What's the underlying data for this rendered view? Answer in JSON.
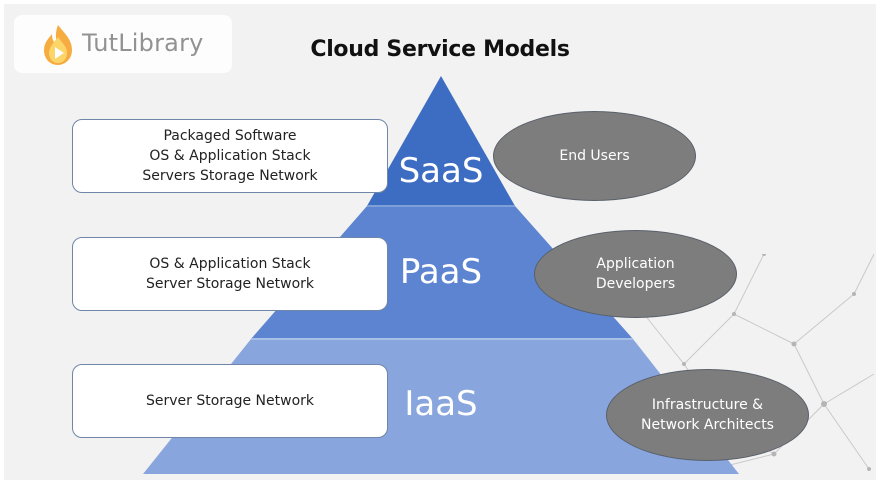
{
  "logo": {
    "text": "TutLibrary",
    "icon": "flame-play-icon"
  },
  "title": "Cloud Service Models",
  "levels": [
    {
      "label": "SaaS",
      "box_lines": [
        "Packaged Software",
        "OS & Application Stack",
        "Servers Storage Network"
      ],
      "ellipse_lines": [
        "End Users"
      ]
    },
    {
      "label": "PaaS",
      "box_lines": [
        "OS & Application Stack",
        "Server Storage Network"
      ],
      "ellipse_lines": [
        "Application",
        "Developers"
      ]
    },
    {
      "label": "IaaS",
      "box_lines": [
        "Server Storage Network"
      ],
      "ellipse_lines": [
        "Infrastructure &",
        "Network Architects"
      ]
    }
  ],
  "colors": {
    "saas": "#3d6cc3",
    "paas": "#5d84d0",
    "iaas": "#88a6dd",
    "ellipse": "#7d7d7d"
  }
}
